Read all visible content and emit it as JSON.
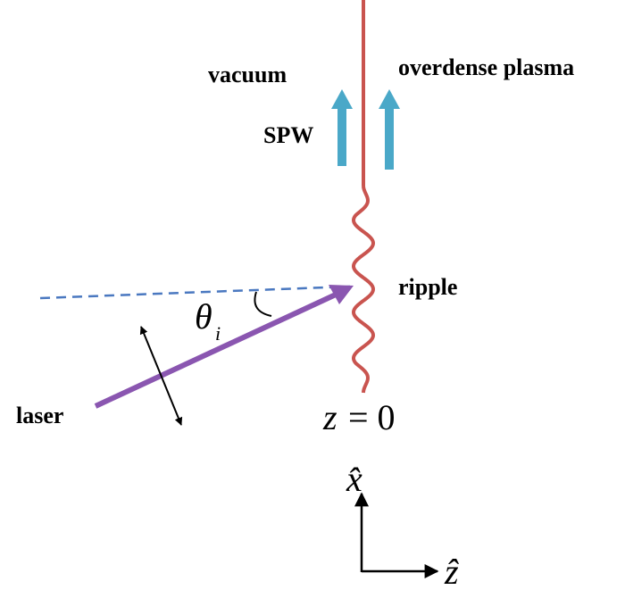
{
  "labels": {
    "vacuum": "vacuum",
    "plasma": "overdense plasma",
    "spw": "SPW",
    "ripple": "ripple",
    "laser": "laser",
    "theta": "θ",
    "theta_sub": "i",
    "z_var": "z",
    "z_eq": "= 0",
    "x_axis": "x̂",
    "z_axis": "ẑ"
  },
  "colors": {
    "interface": "#c9544f",
    "spw_arrow": "#4aa8c8",
    "laser": "#8a56b0",
    "dashed_line": "#4a78c0",
    "black": "#000000"
  },
  "ripple": {
    "periods": 4.5
  }
}
